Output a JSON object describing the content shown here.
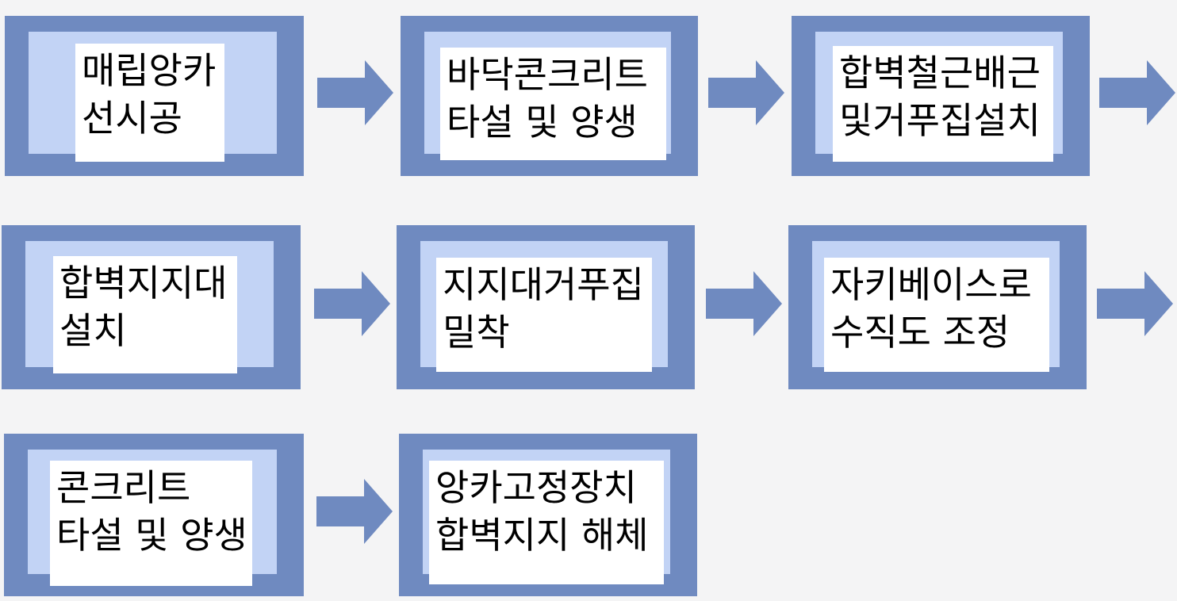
{
  "colors": {
    "outer_frame": "#6f8ac0",
    "inner_frame": "#c2d3f5",
    "label_bg": "#ffffff",
    "arrow": "#6f8ac0",
    "page_bg": "#f4f4f5"
  },
  "steps": [
    {
      "line1": "매립앙카",
      "line2": "선시공"
    },
    {
      "line1": "바닥콘크리트",
      "line2": "타설 및  양생"
    },
    {
      "line1": "합벽철근배근",
      "line2": "및거푸집설치"
    },
    {
      "line1": "합벽지지대",
      "line2": "설치"
    },
    {
      "line1": "지지대거푸집",
      "line2": "밀착"
    },
    {
      "line1": "자키베이스로",
      "line2": "수직도   조정"
    },
    {
      "line1": "콘크리트",
      "line2": " 타설 및 양생"
    },
    {
      "line1": "앙카고정장치",
      "line2": "합벽지지 해체"
    }
  ]
}
